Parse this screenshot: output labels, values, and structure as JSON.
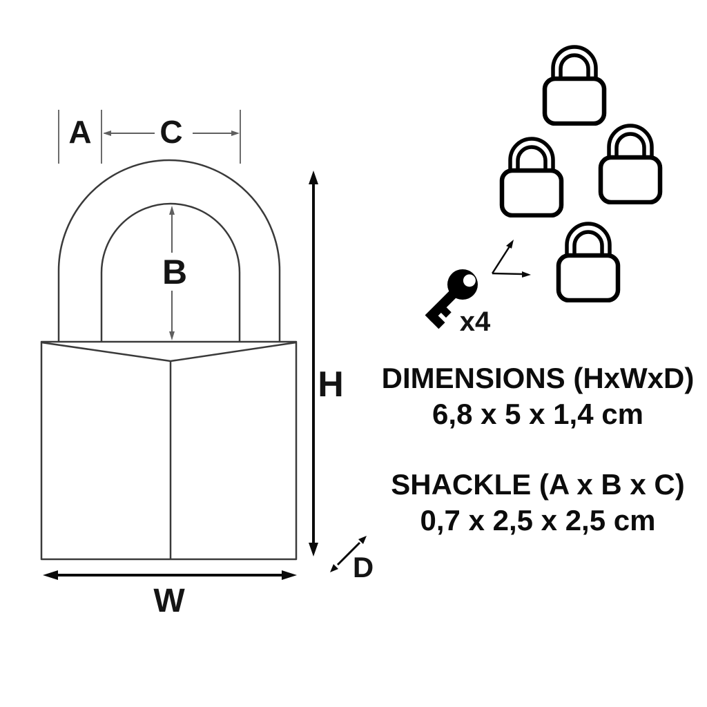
{
  "image": {
    "background": "#ffffff",
    "colors": {
      "outline": "#3a3a3a",
      "dimension_line": "#666666",
      "arrow": "#0a0a0a",
      "label": "#141414",
      "icon": "#000000"
    }
  },
  "diagram": {
    "dimension_labels": {
      "A": "A",
      "B": "B",
      "C": "C",
      "H": "H",
      "W": "W",
      "D": "D"
    }
  },
  "keys": {
    "count_label": "x4",
    "icon": "key-icon",
    "padlock_icon_count": 4
  },
  "specs": {
    "dimensions_title": "DIMENSIONS (HxWxD)",
    "dimensions_value": "6,8 x 5 x 1,4 cm",
    "shackle_title": "SHACKLE (A x B x C)",
    "shackle_value": "0,7 x 2,5 x 2,5 cm"
  }
}
